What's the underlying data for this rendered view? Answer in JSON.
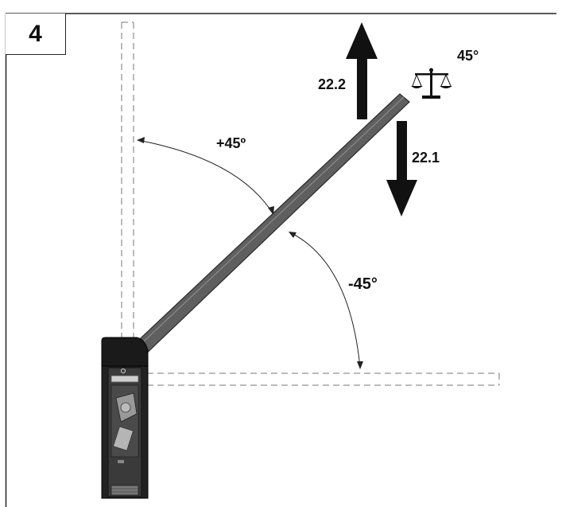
{
  "step_number": "4",
  "labels": {
    "force_up": "22.2",
    "force_down": "22.1",
    "balance_angle": "45°",
    "angle_plus": "+45º",
    "angle_minus": "-45°"
  },
  "icons": {
    "balance": "balance-scale-icon"
  },
  "colors": {
    "boom": "#5a5a5a",
    "housing": "#1c1c1c",
    "arrow": "#111111",
    "dashed": "#777777"
  }
}
